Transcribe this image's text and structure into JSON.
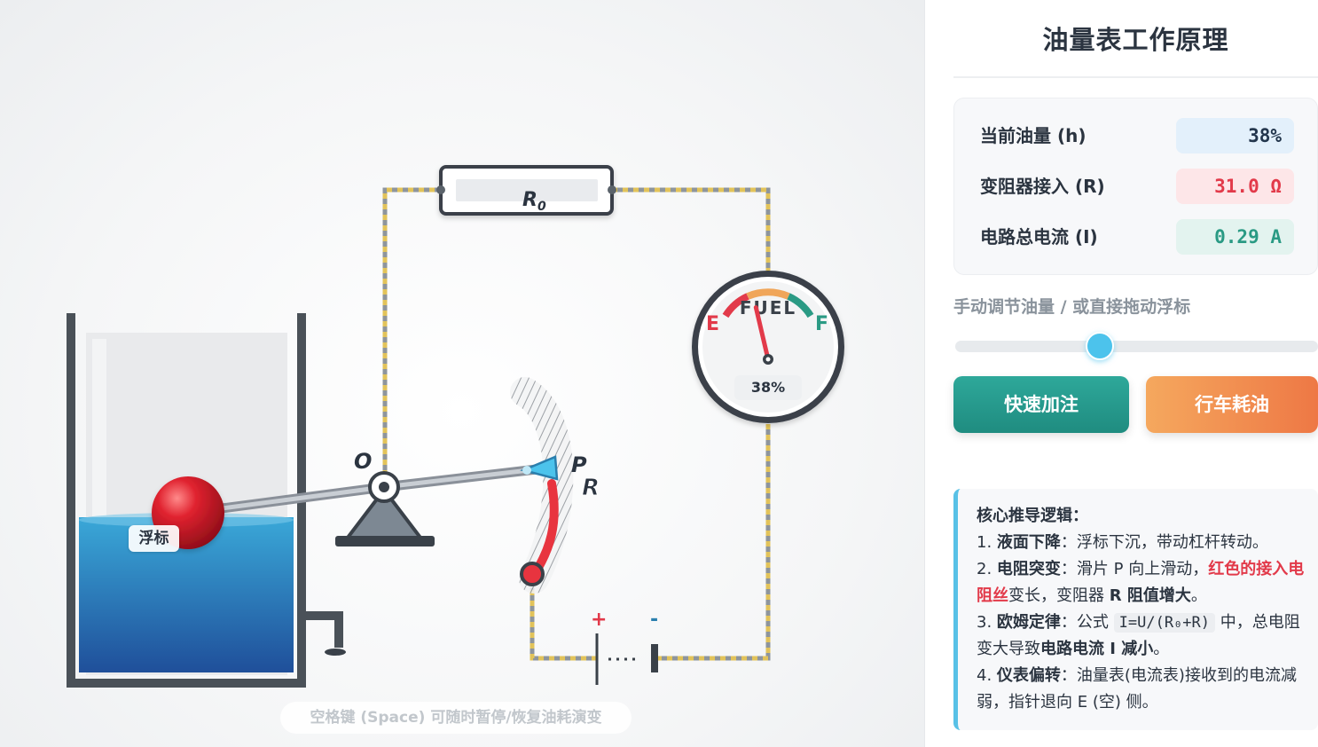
{
  "stage": {
    "float_label": "浮标",
    "pivot_label": "O",
    "slider_label": "P",
    "rheostat_label": "R",
    "resistor_label": "R",
    "resistor_subscript": "0",
    "gauge": {
      "empty": "E",
      "full": "F",
      "word": "FUEL",
      "readout": "38%",
      "level": 0.38
    },
    "battery_plus": "+",
    "battery_minus": "-",
    "hint": "空格键 (Space) 可随时暂停/恢复油耗演变"
  },
  "panel": {
    "title": "油量表工作原理",
    "stats": [
      {
        "label": "当前油量 (h)",
        "value": "38%"
      },
      {
        "label": "变阻器接入 (R)",
        "value": "31.0 Ω"
      },
      {
        "label": "电路总电流 (I)",
        "value": "0.29 A"
      }
    ],
    "slider_label": "手动调节油量 / 或直接拖动浮标",
    "slider_value": 0.38,
    "button_fill": "快速加注",
    "button_drive": "行车耗油",
    "logic": {
      "heading": "核心推导逻辑：",
      "i1_num": "1. ",
      "i1_title": "液面下降",
      "i1_text": "：浮标下沉，带动杠杆转动。",
      "i2_num": "2. ",
      "i2_title": "电阻突变",
      "i2_text_a": "：滑片 P 向上滑动，",
      "i2_red": "红色的接入电阻丝",
      "i2_text_b": "变长，变阻器 ",
      "i2_bold": "R 阻值增大",
      "i2_text_c": "。",
      "i3_num": "3. ",
      "i3_title": "欧姆定律",
      "i3_text_a": "：公式 ",
      "i3_code": "I=U/(R₀+R)",
      "i3_text_b": " 中，总电阻变大导致",
      "i3_bold": "电路电流 I 减小",
      "i3_text_c": "。",
      "i4_num": "4. ",
      "i4_title": "仪表偏转",
      "i4_text": "：油量表(电流表)接收到的电流减弱，指针退向 E (空) 侧。"
    }
  },
  "colors": {
    "oil_top": "#3aa8d8",
    "oil_bottom": "#1f4f9a",
    "float_red": "#d4192c",
    "wire_dash": "#e2c35a",
    "accent_blue": "#4cc3ec"
  }
}
